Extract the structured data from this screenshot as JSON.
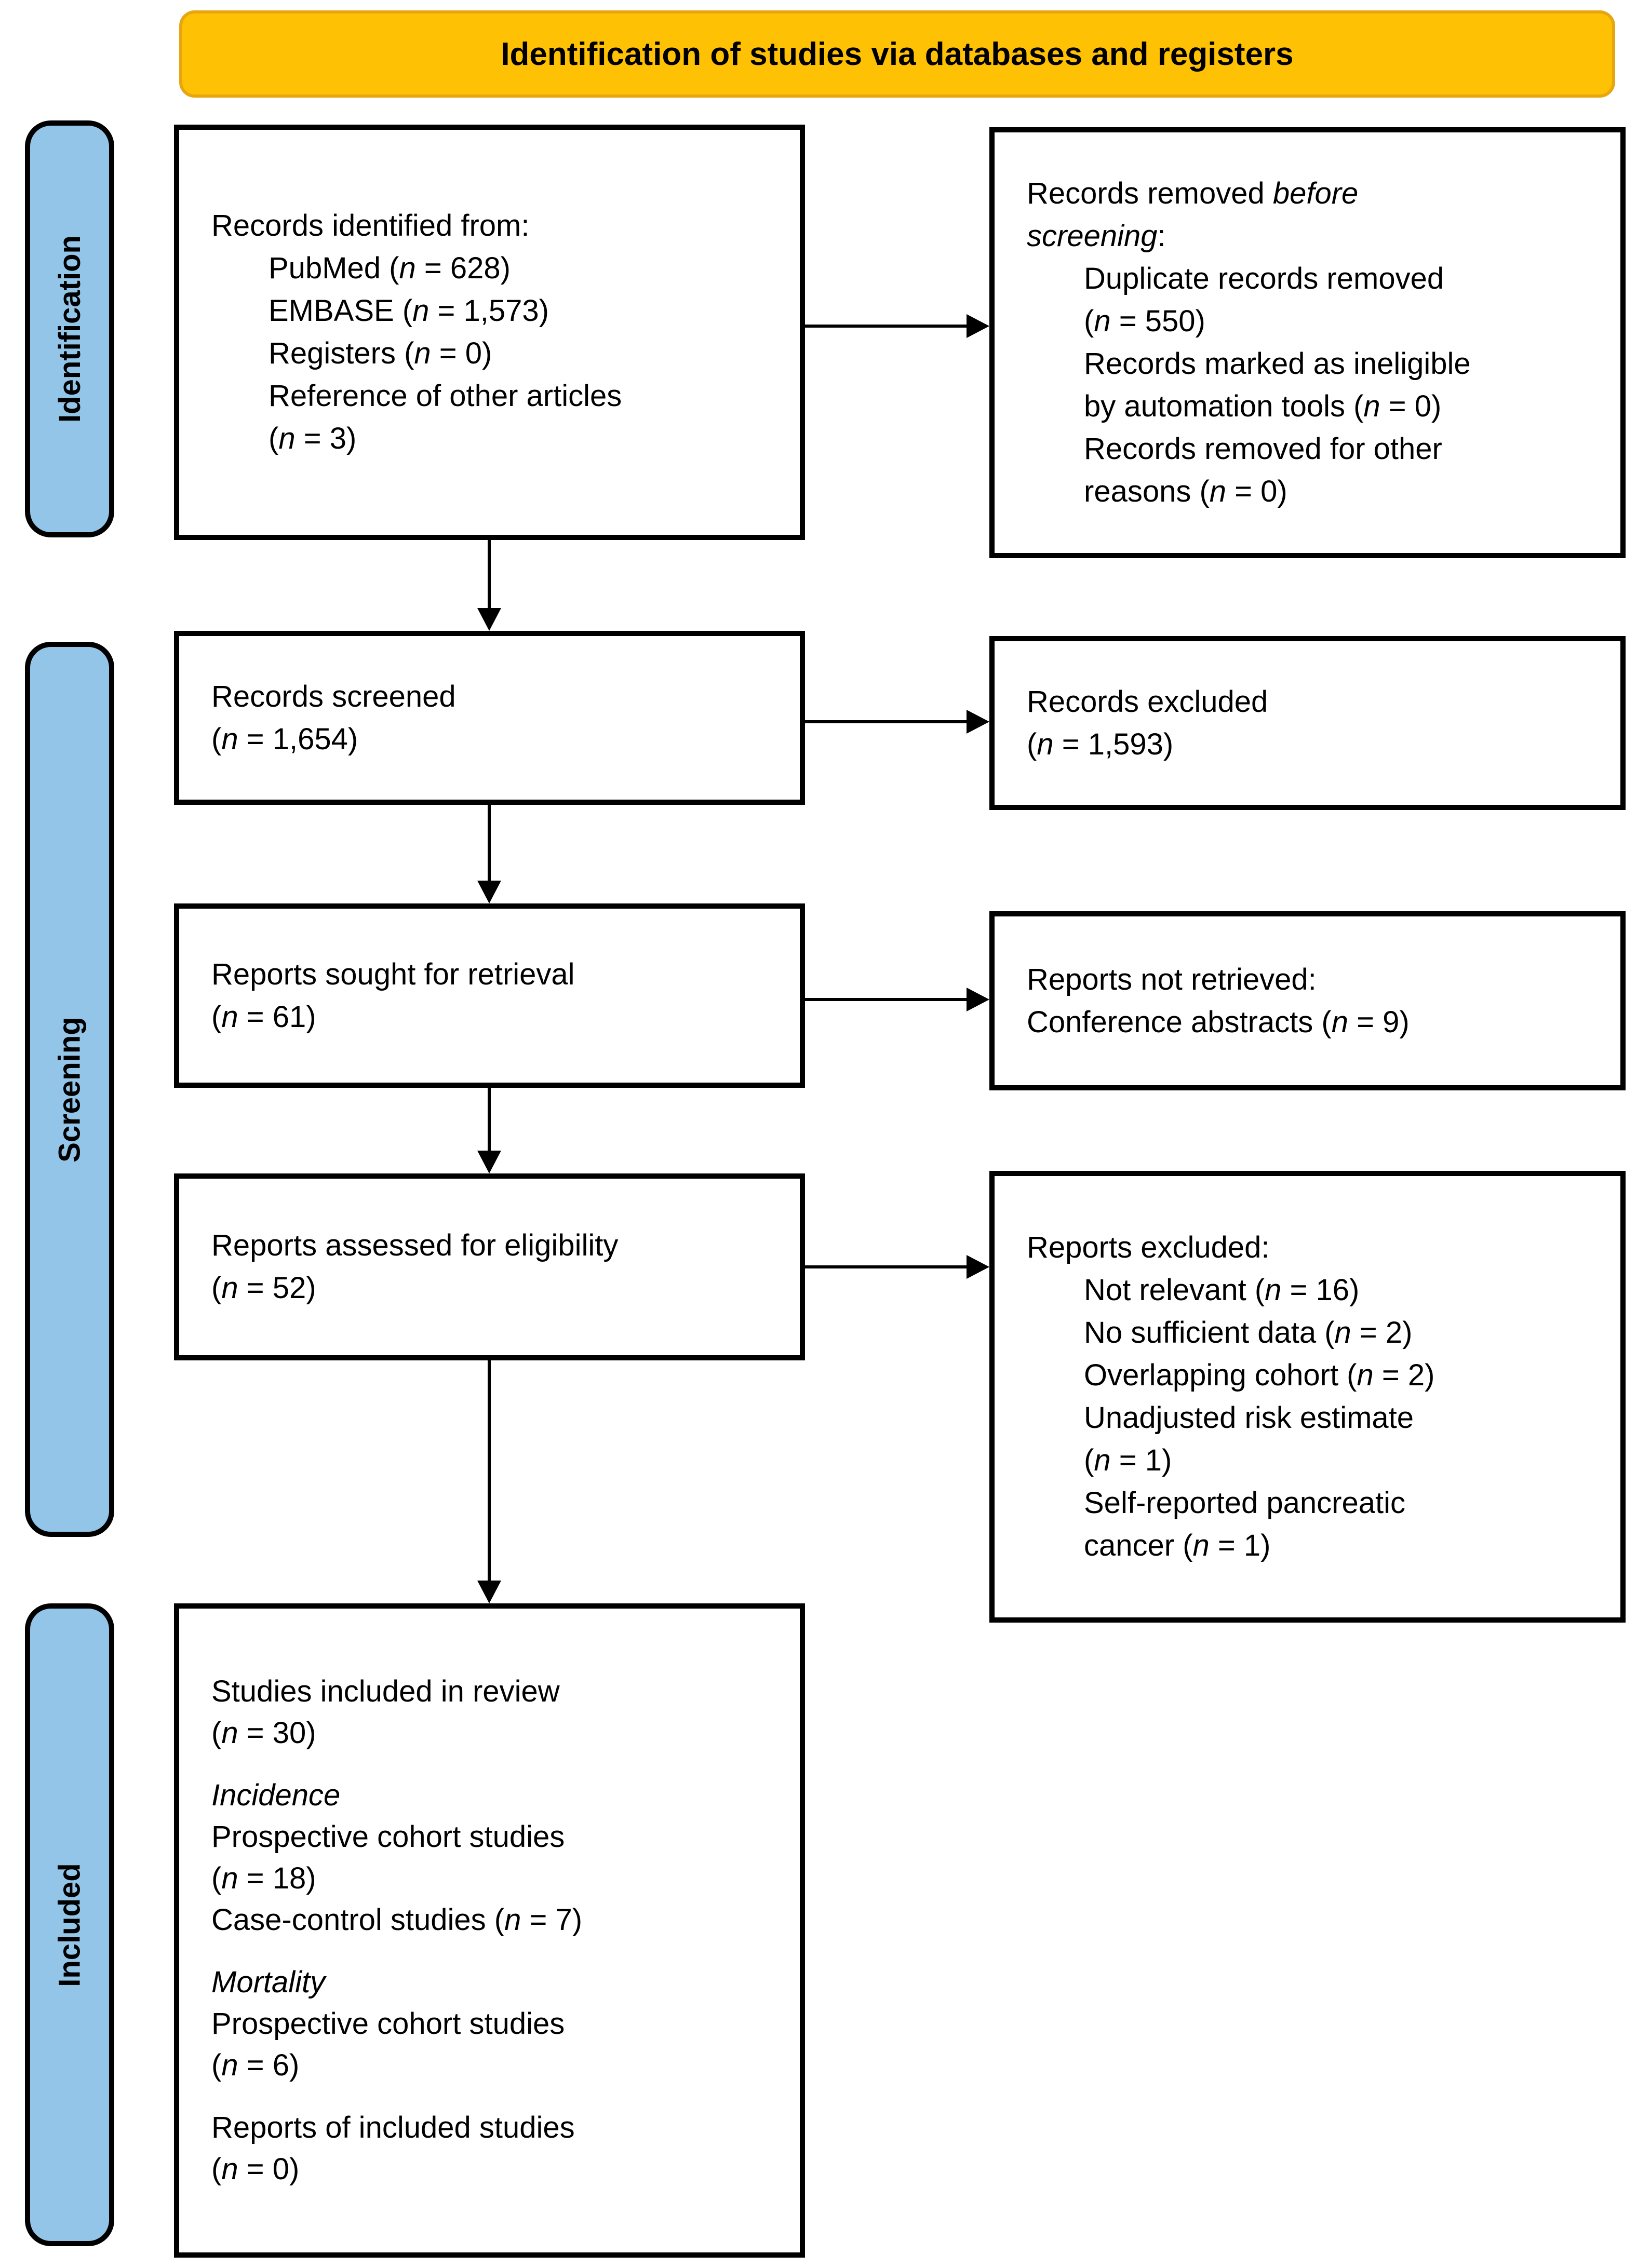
{
  "banner": {
    "label": "Identification of studies via databases and registers"
  },
  "sidebar": {
    "identification": "Identification",
    "screening": "Screening",
    "included": "Included"
  },
  "colors": {
    "banner_bg": "#FFC103",
    "banner_border": "#E7A50F",
    "sidebar_bg": "#92C5E8",
    "box_border": "#000000",
    "text": "#000000"
  },
  "boxes": {
    "records_identified": {
      "lines": [
        {
          "indent": 0,
          "segs": [
            [
              "Records identified from:",
              ""
            ]
          ]
        },
        {
          "indent": 1,
          "segs": [
            [
              "PubMed (",
              ""
            ],
            [
              "n",
              "i"
            ],
            [
              " = 628)",
              ""
            ]
          ]
        },
        {
          "indent": 1,
          "segs": [
            [
              "EMBASE (",
              ""
            ],
            [
              "n",
              "i"
            ],
            [
              " = 1,573)",
              ""
            ]
          ]
        },
        {
          "indent": 1,
          "segs": [
            [
              "Registers (",
              ""
            ],
            [
              "n",
              "i"
            ],
            [
              " = 0)",
              ""
            ]
          ]
        },
        {
          "indent": 1,
          "segs": [
            [
              "Reference of other articles",
              ""
            ]
          ]
        },
        {
          "indent": 1,
          "segs": [
            [
              "(",
              ""
            ],
            [
              "n",
              "i"
            ],
            [
              " = 3)",
              ""
            ]
          ]
        }
      ]
    },
    "records_removed": {
      "lines": [
        {
          "indent": 0,
          "segs": [
            [
              "Records removed ",
              ""
            ],
            [
              "before",
              "i"
            ]
          ]
        },
        {
          "indent": 0,
          "segs": [
            [
              "screening",
              "i"
            ],
            [
              ":",
              ""
            ]
          ]
        },
        {
          "indent": 1,
          "segs": [
            [
              "Duplicate records removed",
              ""
            ]
          ]
        },
        {
          "indent": 1,
          "segs": [
            [
              "(",
              ""
            ],
            [
              "n",
              "i"
            ],
            [
              " = 550)",
              ""
            ]
          ]
        },
        {
          "indent": 1,
          "segs": [
            [
              "Records marked as ineligible",
              ""
            ]
          ]
        },
        {
          "indent": 1,
          "segs": [
            [
              "by automation tools (",
              ""
            ],
            [
              "n",
              "i"
            ],
            [
              " = 0)",
              ""
            ]
          ]
        },
        {
          "indent": 1,
          "segs": [
            [
              "Records removed for other",
              ""
            ]
          ]
        },
        {
          "indent": 1,
          "segs": [
            [
              "reasons (",
              ""
            ],
            [
              "n",
              "i"
            ],
            [
              " = 0)",
              ""
            ]
          ]
        }
      ]
    },
    "records_screened": {
      "lines": [
        {
          "indent": 0,
          "segs": [
            [
              "Records screened",
              ""
            ]
          ]
        },
        {
          "indent": 0,
          "segs": [
            [
              "(",
              ""
            ],
            [
              "n",
              "i"
            ],
            [
              " = 1,654)",
              ""
            ]
          ]
        }
      ]
    },
    "records_excluded": {
      "lines": [
        {
          "indent": 0,
          "segs": [
            [
              "Records excluded",
              ""
            ]
          ]
        },
        {
          "indent": 0,
          "segs": [
            [
              "(",
              ""
            ],
            [
              "n",
              "i"
            ],
            [
              " = 1,593)",
              ""
            ]
          ]
        }
      ]
    },
    "reports_sought": {
      "lines": [
        {
          "indent": 0,
          "segs": [
            [
              "Reports sought for retrieval",
              ""
            ]
          ]
        },
        {
          "indent": 0,
          "segs": [
            [
              "(",
              ""
            ],
            [
              "n",
              "i"
            ],
            [
              " = 61)",
              ""
            ]
          ]
        }
      ]
    },
    "reports_not_retrieved": {
      "lines": [
        {
          "indent": 0,
          "segs": [
            [
              "Reports not retrieved:",
              ""
            ]
          ]
        },
        {
          "indent": 0,
          "segs": [
            [
              "Conference abstracts (",
              ""
            ],
            [
              "n",
              "i"
            ],
            [
              " = 9)",
              ""
            ]
          ]
        }
      ]
    },
    "reports_assessed": {
      "lines": [
        {
          "indent": 0,
          "segs": [
            [
              "Reports assessed for eligibility",
              ""
            ]
          ]
        },
        {
          "indent": 0,
          "segs": [
            [
              "(",
              ""
            ],
            [
              "n",
              "i"
            ],
            [
              " = 52)",
              ""
            ]
          ]
        }
      ]
    },
    "reports_excluded": {
      "lines": [
        {
          "indent": 0,
          "segs": [
            [
              "Reports excluded:",
              ""
            ]
          ]
        },
        {
          "indent": 1,
          "segs": [
            [
              "Not relevant (",
              ""
            ],
            [
              "n",
              "i"
            ],
            [
              " = 16)",
              ""
            ]
          ]
        },
        {
          "indent": 1,
          "segs": [
            [
              "No sufficient data (",
              ""
            ],
            [
              "n",
              "i"
            ],
            [
              " = 2)",
              ""
            ]
          ]
        },
        {
          "indent": 1,
          "segs": [
            [
              "Overlapping cohort (",
              ""
            ],
            [
              "n",
              "i"
            ],
            [
              " = 2)",
              ""
            ]
          ]
        },
        {
          "indent": 1,
          "segs": [
            [
              "Unadjusted risk estimate",
              ""
            ]
          ]
        },
        {
          "indent": 1,
          "segs": [
            [
              "(",
              ""
            ],
            [
              "n",
              "i"
            ],
            [
              " = 1)",
              ""
            ]
          ]
        },
        {
          "indent": 1,
          "segs": [
            [
              "Self-reported pancreatic",
              ""
            ]
          ]
        },
        {
          "indent": 1,
          "segs": [
            [
              "cancer (",
              ""
            ],
            [
              "n",
              "i"
            ],
            [
              " = 1)",
              ""
            ]
          ]
        }
      ]
    },
    "studies_included": {
      "lines": [
        {
          "indent": 0,
          "segs": [
            [
              "Studies included in review",
              ""
            ]
          ]
        },
        {
          "indent": 0,
          "segs": [
            [
              "(",
              ""
            ],
            [
              "n",
              "i"
            ],
            [
              " = 30)",
              ""
            ]
          ]
        },
        {
          "indent": 0,
          "blank": true,
          "segs": []
        },
        {
          "indent": 0,
          "segs": [
            [
              "Incidence",
              "i"
            ]
          ]
        },
        {
          "indent": 0,
          "segs": [
            [
              "Prospective cohort studies",
              ""
            ]
          ]
        },
        {
          "indent": 0,
          "segs": [
            [
              "(",
              ""
            ],
            [
              "n",
              "i"
            ],
            [
              " = 18)",
              ""
            ]
          ]
        },
        {
          "indent": 0,
          "segs": [
            [
              "Case-control studies (",
              ""
            ],
            [
              "n",
              "i"
            ],
            [
              " = 7)",
              ""
            ]
          ]
        },
        {
          "indent": 0,
          "blank": true,
          "segs": []
        },
        {
          "indent": 0,
          "segs": [
            [
              "Mortality",
              "i"
            ]
          ]
        },
        {
          "indent": 0,
          "segs": [
            [
              "Prospective cohort studies",
              ""
            ]
          ]
        },
        {
          "indent": 0,
          "segs": [
            [
              "(",
              ""
            ],
            [
              "n",
              "i"
            ],
            [
              " = 6)",
              ""
            ]
          ]
        },
        {
          "indent": 0,
          "blank": true,
          "segs": []
        },
        {
          "indent": 0,
          "segs": [
            [
              "Reports of included studies",
              ""
            ]
          ]
        },
        {
          "indent": 0,
          "segs": [
            [
              "(",
              ""
            ],
            [
              "n",
              "i"
            ],
            [
              " = 0)",
              ""
            ]
          ]
        }
      ]
    }
  }
}
